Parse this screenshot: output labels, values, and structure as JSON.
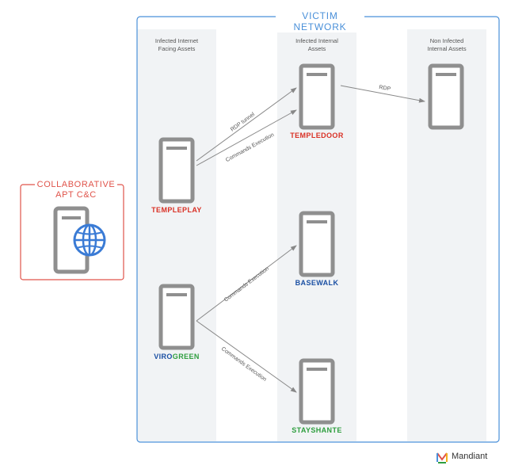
{
  "network_title": "VICTIM NETWORK",
  "columns": {
    "internet_facing": "Infected Internet\nFacing Assets",
    "internal": "Infected Internal\nAssets",
    "non_infected": "Non Infected\nInternal Assets"
  },
  "cc": {
    "title_line1": "COLLABORATIVE",
    "title_line2": "APT C&C"
  },
  "servers": {
    "templeplay": "TEMPLEPLAY",
    "templedoor": "TEMPLEDOOR",
    "basewalk": "BASEWALK",
    "virogreen_part1": "VIRO",
    "virogreen_part2": "GREEN",
    "stayshante": "STAYSHANTE"
  },
  "edges": {
    "rdp_tunnel": "RDP tunnel",
    "commands_execution_1": "Commands Execution",
    "rdp": "RDP",
    "commands_execution_2": "Commands Execution",
    "commands_execution_3": "Commands Execution"
  },
  "brand": "Mandiant",
  "colors": {
    "network_border": "#4a90d9",
    "cc_border": "#e0534a",
    "red": "#d93025",
    "blue": "#1a4fa3",
    "green": "#2e9e3e",
    "server_gray": "#8f8f8f",
    "globe_blue": "#3a7bd5"
  }
}
